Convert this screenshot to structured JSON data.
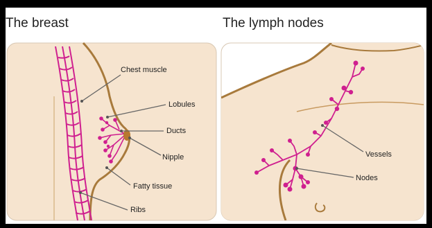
{
  "panels": {
    "left": {
      "title": "The breast",
      "labels": {
        "chest_muscle": "Chest muscle",
        "lobules": "Lobules",
        "ducts": "Ducts",
        "nipple": "Nipple",
        "fatty_tissue": "Fatty tissue",
        "ribs": "Ribs"
      }
    },
    "right": {
      "title": "The lymph nodes",
      "labels": {
        "vessels": "Vessels",
        "nodes": "Nodes"
      }
    }
  },
  "colors": {
    "background": "#000000",
    "panel": "#f6e4cf",
    "outline": "#a87a3c",
    "tissue": "#cf1f8f",
    "leader": "#666666"
  }
}
